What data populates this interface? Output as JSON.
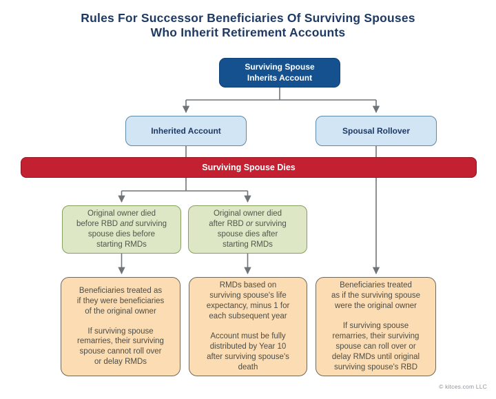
{
  "title": "Rules For Successor Beneficiaries Of Surviving Spouses\nWho Inherit Retirement Accounts",
  "copyright": "© kitces.com LLC",
  "colors": {
    "title_text": "#1E3A64",
    "root_fill": "#15508F",
    "blue_fill": "#D2E5F4",
    "blue_border": "#5D88A6",
    "banner_fill": "#C32031",
    "green_fill": "#DDE6C5",
    "green_border": "#84A05C",
    "orange_fill": "#FCDCB2",
    "orange_border": "#6F675A",
    "connector": "#6E7377"
  },
  "nodes": {
    "root": {
      "label": "Surviving Spouse\nInherits Account"
    },
    "inherited": {
      "label": "Inherited Account"
    },
    "rollover": {
      "label": "Spousal Rollover"
    },
    "banner": {
      "label": "Surviving Spouse Dies"
    },
    "green_left": {
      "pre": "Original owner died\nbefore RBD ",
      "em": "and",
      "post": " surviving\nspouse dies before\nstarting RMDs"
    },
    "green_right": {
      "pre": "Original owner died\nafter RBD ",
      "em": "or",
      "post": " surviving\nspouse dies after\nstarting RMDs"
    },
    "orange_left": {
      "para1": "Beneficiaries treated as\nif they were beneficiaries\nof the original owner",
      "para2": "If surviving spouse\nremarries, their surviving\nspouse cannot roll over\nor delay RMDs"
    },
    "orange_mid": {
      "para1": "RMDs based on\nsurviving spouse's life\nexpectancy, minus 1 for\neach subsequent year",
      "para2": "Account must be fully\ndistributed by Year 10\nafter surviving spouse's\ndeath"
    },
    "orange_right": {
      "para1": "Beneficiaries treated\nas if the surviving spouse\nwere the original owner",
      "para2": "If surviving spouse\nremarries, their surviving\nspouse can roll over or\ndelay RMDs until original\nsurviving spouse's RBD"
    }
  }
}
